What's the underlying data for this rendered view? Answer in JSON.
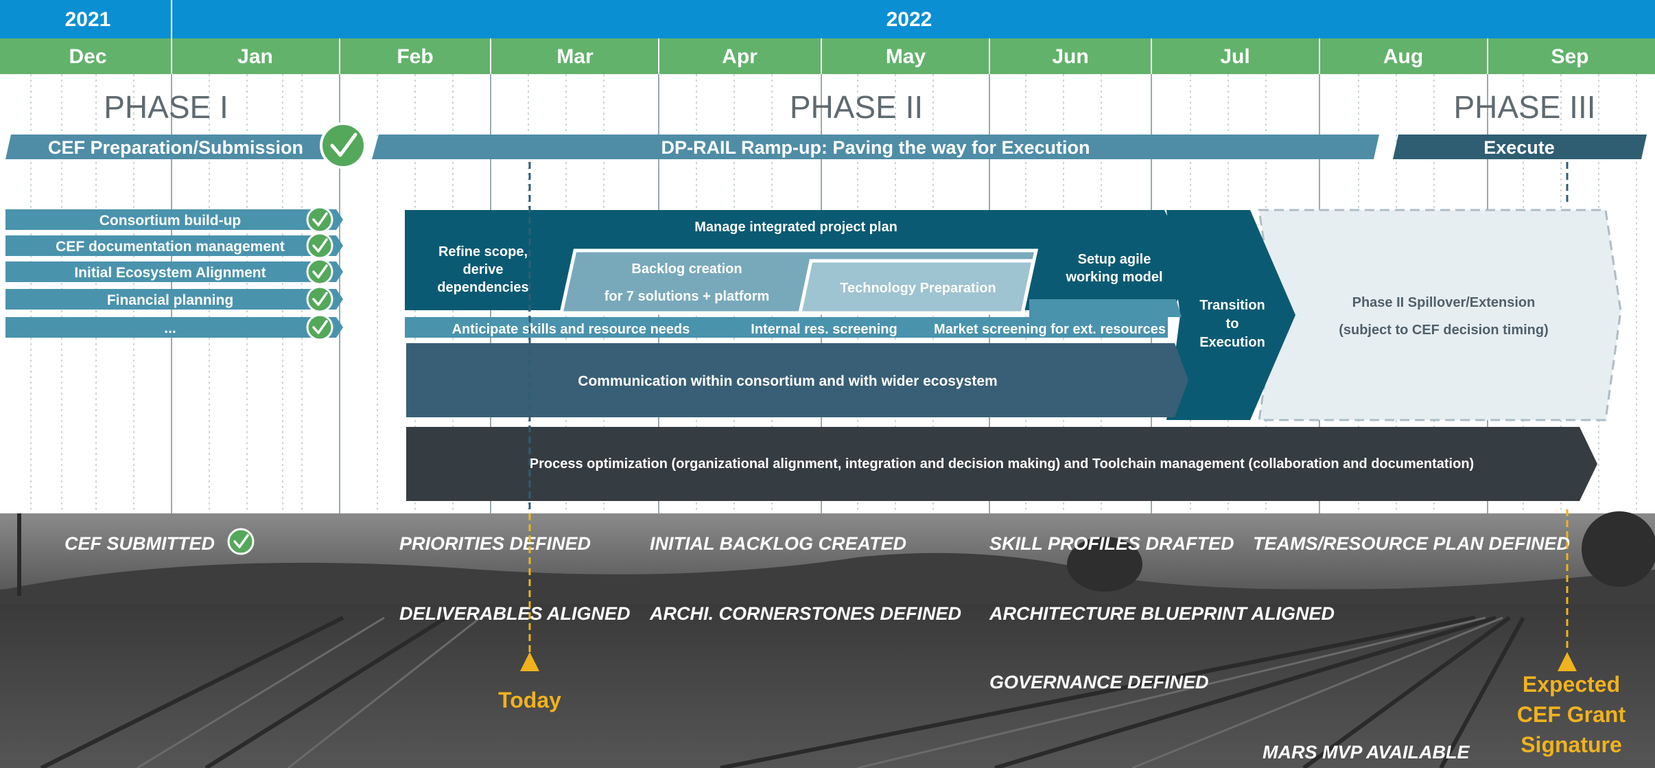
{
  "years": [
    "2021",
    "2022"
  ],
  "months": [
    "Dec",
    "Jan",
    "Feb",
    "Mar",
    "Apr",
    "May",
    "Jun",
    "Jul",
    "Aug",
    "Sep"
  ],
  "phases": {
    "p1": "PHASE I",
    "p2": "PHASE II",
    "p3": "PHASE III"
  },
  "phase_bars": {
    "p1": "CEF Preparation/Submission",
    "p2": "DP-RAIL Ramp-up: Paving the way for Execution",
    "p3": "Execute"
  },
  "phase1_tasks": [
    "Consortium build-up",
    "CEF documentation management",
    "Initial Ecosystem Alignment",
    "Financial planning",
    "..."
  ],
  "workstreams": {
    "manage": "Manage integrated project plan",
    "refine": [
      "Refine scope,",
      "derive",
      "dependencies"
    ],
    "backlog": [
      "Backlog creation",
      "for 7 solutions + platform"
    ],
    "techprep": "Technology Preparation",
    "agile": [
      "Setup agile",
      "working model"
    ],
    "anticipate": "Anticipate skills and resource needs",
    "internal": "Internal res. screening",
    "market": "Market screening for ext. resources",
    "communication": "Communication within consortium and with wider ecosystem",
    "transition": [
      "Transition",
      "to",
      "Execution"
    ],
    "spillover": [
      "Phase II Spillover/Extension",
      "(subject to CEF decision timing)"
    ],
    "process": "Process optimization (organizational alignment, integration and decision making) and Toolchain management (collaboration and documentation)"
  },
  "milestones": {
    "cef_submitted": "CEF SUBMITTED",
    "priorities": "PRIORITIES DEFINED",
    "deliverables": "DELIVERABLES ALIGNED",
    "initial_backlog": "INITIAL BACKLOG CREATED",
    "archi": "ARCHI. CORNERSTONES DEFINED",
    "skill": "SKILL PROFILES DRAFTED",
    "blueprint": "ARCHITECTURE BLUEPRINT ALIGNED",
    "governance": "GOVERNANCE DEFINED",
    "teams": "TEAMS/RESOURCE PLAN DEFINED",
    "mars": "MARS MVP AVAILABLE"
  },
  "markers": {
    "today": "Today",
    "expected": [
      "Expected",
      "CEF Grant",
      "Signature"
    ]
  },
  "colors": {
    "year_bar": "#0b8fd3",
    "month_bar": "#62b26b",
    "phase_bar": "#4f8da6",
    "execute_bar": "#2f5e73",
    "task_bar": "#4a93ad",
    "check": "#54a85a",
    "teal_dark": "#0b5a73",
    "teal_light": "#78a9bb",
    "teal_lighter": "#9ec3d1",
    "comm": "#385f75",
    "process": "#363d42",
    "spillover": "#e7eef2",
    "highlight": "#f0b21e"
  }
}
